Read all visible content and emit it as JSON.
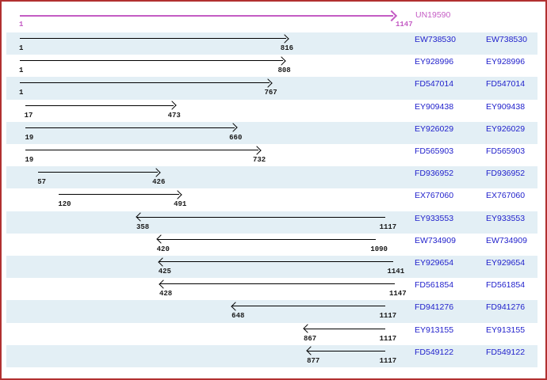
{
  "chart_data": {
    "type": "range-bar",
    "orientation": "horizontal",
    "title": "UN19590",
    "reference": {
      "label": "UN19590",
      "start": 1,
      "end": 1147,
      "dir": "right"
    },
    "xlim": [
      1,
      1147
    ],
    "grid": false,
    "legend": "none",
    "label_columns": 2,
    "rows": [
      {
        "acc": "EW738530",
        "start": 1,
        "end": 816,
        "dir": "right"
      },
      {
        "acc": "EY928996",
        "start": 1,
        "end": 808,
        "dir": "right"
      },
      {
        "acc": "FD547014",
        "start": 1,
        "end": 767,
        "dir": "right"
      },
      {
        "acc": "EY909438",
        "start": 17,
        "end": 473,
        "dir": "right"
      },
      {
        "acc": "EY926029",
        "start": 19,
        "end": 660,
        "dir": "right"
      },
      {
        "acc": "FD565903",
        "start": 19,
        "end": 732,
        "dir": "right"
      },
      {
        "acc": "FD936952",
        "start": 57,
        "end": 426,
        "dir": "right"
      },
      {
        "acc": "EX767060",
        "start": 120,
        "end": 491,
        "dir": "right"
      },
      {
        "acc": "EY933553",
        "start": 358,
        "end": 1117,
        "dir": "left"
      },
      {
        "acc": "EW734909",
        "start": 420,
        "end": 1090,
        "dir": "left"
      },
      {
        "acc": "EY929654",
        "start": 425,
        "end": 1141,
        "dir": "left"
      },
      {
        "acc": "FD561854",
        "start": 428,
        "end": 1147,
        "dir": "left"
      },
      {
        "acc": "FD941276",
        "start": 648,
        "end": 1117,
        "dir": "left"
      },
      {
        "acc": "EY913155",
        "start": 867,
        "end": 1117,
        "dir": "left"
      },
      {
        "acc": "FD549122",
        "start": 877,
        "end": 1117,
        "dir": "left"
      }
    ]
  },
  "colors": {
    "reference_magenta": "#c45cc4",
    "accession_link_blue": "#2222cc",
    "row_shade_cyan": "#e3eff5",
    "border_red": "#b13030",
    "arrow_black": "#000000",
    "coordinate_text": "#1a1a1a",
    "background": "#ffffff"
  }
}
